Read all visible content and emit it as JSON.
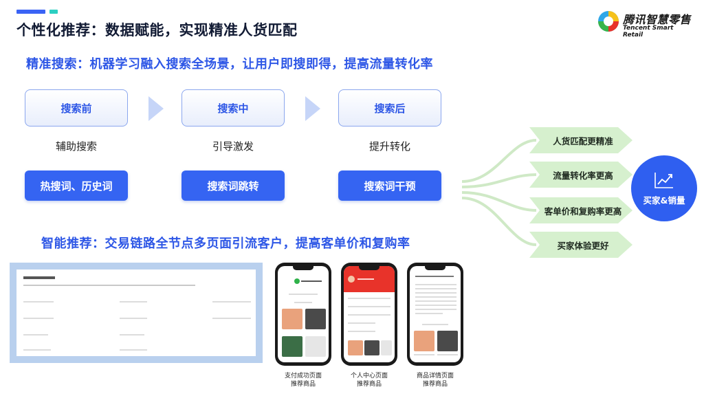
{
  "header": {
    "title": "个性化推荐：数据赋能，实现精准人货匹配",
    "logo_cn": "腾讯智慧零售",
    "logo_en": "Tencent Smart Retail"
  },
  "search_section": {
    "title": "精准搜索：机器学习融入搜索全场景，让用户即搜即得，提高流量转化率",
    "stages": [
      {
        "label": "搜索前",
        "caption": "辅助搜索",
        "action": "热搜词、历史词"
      },
      {
        "label": "搜索中",
        "caption": "引导激发",
        "action": "搜索词跳转"
      },
      {
        "label": "搜索后",
        "caption": "提升转化",
        "action": "搜索词干预"
      }
    ]
  },
  "benefits": {
    "items": [
      "人货匹配更精准",
      "流量转化率更高",
      "客单价和复购率更高",
      "买家体验更好"
    ],
    "result_label": "买家&销量",
    "result_icon": "trend-chart-icon"
  },
  "recommend_section": {
    "title": "智能推荐：交易链路全节点多页面引流客户，提高客单价和复购率",
    "phone_captions": [
      {
        "line1": "支付成功页面",
        "line2": "推荐商品"
      },
      {
        "line1": "个人中心页面",
        "line2": "推荐商品"
      },
      {
        "line1": "商品详情页面",
        "line2": "推荐商品"
      }
    ]
  },
  "colors": {
    "primary": "#3564f2",
    "light_box": "#e8eefc",
    "benefit_green": "#d6f0ce",
    "red_header": "#e8332a"
  }
}
